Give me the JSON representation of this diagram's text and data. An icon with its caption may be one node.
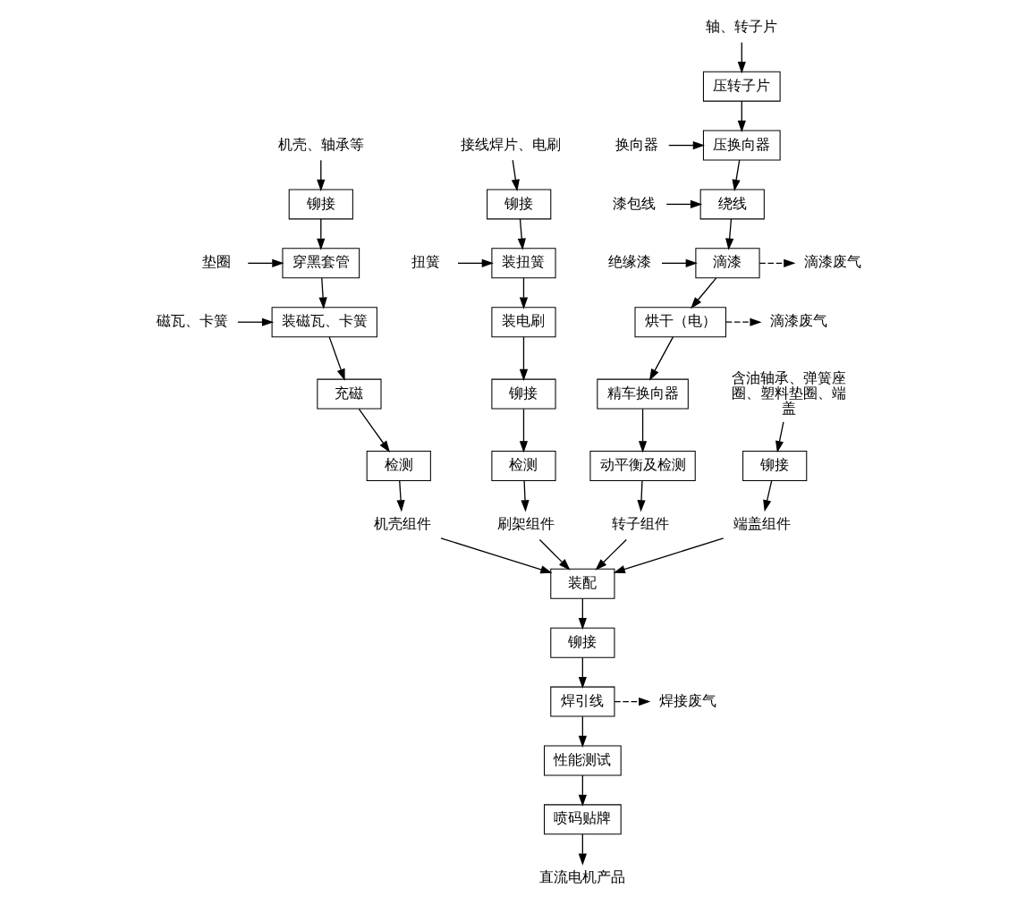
{
  "diagram": {
    "nodes": [
      {
        "text": [
          "轴、转子片"
        ]
      },
      {
        "text": [
          "压转子片"
        ]
      },
      {
        "text": [
          "换向器"
        ]
      },
      {
        "text": [
          "压换向器"
        ]
      },
      {
        "text": [
          "漆包线"
        ]
      },
      {
        "text": [
          "绕线"
        ]
      },
      {
        "text": [
          "绝缘漆"
        ]
      },
      {
        "text": [
          "滴漆"
        ]
      },
      {
        "text": [
          "滴漆废气"
        ]
      },
      {
        "text": [
          "烘干（电）"
        ]
      },
      {
        "text": [
          "滴漆废气"
        ]
      },
      {
        "text": [
          "精车换向器"
        ]
      },
      {
        "text": [
          "动平衡及检测"
        ]
      },
      {
        "text": [
          "转子组件"
        ]
      },
      {
        "text": [
          "机壳、轴承等"
        ]
      },
      {
        "text": [
          "铆接"
        ]
      },
      {
        "text": [
          "垫圈"
        ]
      },
      {
        "text": [
          "穿黑套管"
        ]
      },
      {
        "text": [
          "磁瓦、卡簧"
        ]
      },
      {
        "text": [
          "装磁瓦、卡簧"
        ]
      },
      {
        "text": [
          "充磁"
        ]
      },
      {
        "text": [
          "检测"
        ]
      },
      {
        "text": [
          "机壳组件"
        ]
      },
      {
        "text": [
          "接线焊片、电刷"
        ]
      },
      {
        "text": [
          "铆接"
        ]
      },
      {
        "text": [
          "扭簧"
        ]
      },
      {
        "text": [
          "装扭簧"
        ]
      },
      {
        "text": [
          "装电刷"
        ]
      },
      {
        "text": [
          "铆接"
        ]
      },
      {
        "text": [
          "检测"
        ]
      },
      {
        "text": [
          "刷架组件"
        ]
      },
      {
        "text": [
          "含油轴承、弹簧座圈、塑料垫圈、端盖"
        ]
      },
      {
        "text": [
          "铆接"
        ]
      },
      {
        "text": [
          "端盖组件"
        ]
      },
      {
        "text": [
          "装配"
        ]
      },
      {
        "text": [
          "铆接"
        ]
      },
      {
        "text": [
          "焊引线"
        ]
      },
      {
        "text": [
          "焊接废气"
        ]
      },
      {
        "text": [
          "性能测试"
        ]
      },
      {
        "text": [
          "喷码贴牌"
        ]
      },
      {
        "text": [
          "直流电机产品"
        ]
      }
    ],
    "edges": [
      {
        "from": 0,
        "to": 1,
        "arrow": "to"
      },
      {
        "from": 1,
        "to": 3,
        "arrow": "to"
      },
      {
        "from": 2,
        "to": 3,
        "arrow": "to"
      },
      {
        "from": 3,
        "to": 5,
        "arrow": "to"
      },
      {
        "from": 4,
        "to": 5,
        "arrow": "to"
      },
      {
        "from": 5,
        "to": 7,
        "arrow": "to"
      },
      {
        "from": 6,
        "to": 7,
        "arrow": "to"
      },
      {
        "from": 7,
        "to": 8,
        "arrow": "to",
        "style": "dashed"
      },
      {
        "from": 7,
        "to": 9,
        "arrow": "to"
      },
      {
        "from": 9,
        "to": 10,
        "arrow": "to",
        "style": "dashed"
      },
      {
        "from": 9,
        "to": 11,
        "arrow": "to"
      },
      {
        "from": 11,
        "to": 12,
        "arrow": "to"
      },
      {
        "from": 12,
        "to": 13,
        "arrow": "to"
      },
      {
        "from": 14,
        "to": 15,
        "arrow": "to"
      },
      {
        "from": 15,
        "to": 17,
        "arrow": "to"
      },
      {
        "from": 16,
        "to": 17,
        "arrow": "to"
      },
      {
        "from": 17,
        "to": 19,
        "arrow": "to"
      },
      {
        "from": 18,
        "to": 19,
        "arrow": "to"
      },
      {
        "from": 19,
        "to": 20,
        "arrow": "to"
      },
      {
        "from": 20,
        "to": 21,
        "arrow": "to"
      },
      {
        "from": 21,
        "to": 22,
        "arrow": "to"
      },
      {
        "from": 23,
        "to": 24,
        "arrow": "to"
      },
      {
        "from": 24,
        "to": 26,
        "arrow": "to"
      },
      {
        "from": 25,
        "to": 26,
        "arrow": "to"
      },
      {
        "from": 26,
        "to": 27,
        "arrow": "to"
      },
      {
        "from": 27,
        "to": 28,
        "arrow": "to"
      },
      {
        "from": 28,
        "to": 29,
        "arrow": "to"
      },
      {
        "from": 29,
        "to": 30,
        "arrow": "to"
      },
      {
        "from": 31,
        "to": 32,
        "arrow": "to"
      },
      {
        "from": 32,
        "to": 33,
        "arrow": "to"
      },
      {
        "from": 13,
        "to": 34,
        "arrow": "to"
      },
      {
        "from": 22,
        "to": 34,
        "arrow": "to"
      },
      {
        "from": 30,
        "to": 34,
        "arrow": "to"
      },
      {
        "from": 33,
        "to": 34,
        "arrow": "to"
      },
      {
        "from": 34,
        "to": 35,
        "arrow": "to"
      },
      {
        "from": 35,
        "to": 36,
        "arrow": "to"
      },
      {
        "from": 36,
        "to": 37,
        "arrow": "to",
        "style": "dashed"
      },
      {
        "from": 36,
        "to": 38,
        "arrow": "to"
      },
      {
        "from": 38,
        "to": 39,
        "arrow": "to"
      },
      {
        "from": 39,
        "to": 40,
        "arrow": "to"
      }
    ]
  }
}
